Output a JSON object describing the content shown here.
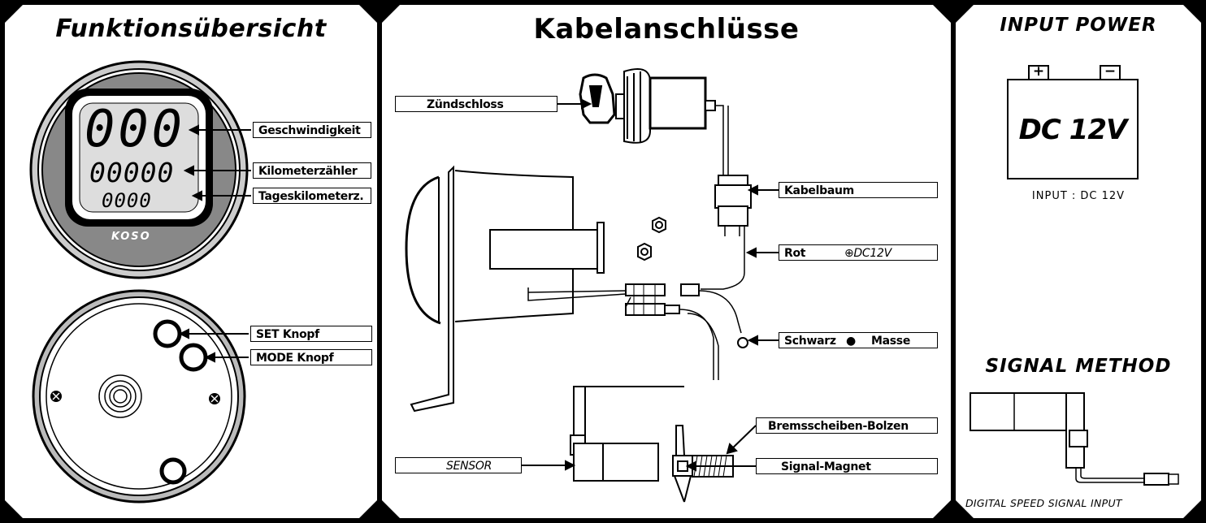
{
  "left": {
    "title": "Funktionsübersicht",
    "display": {
      "speed": "000",
      "odometer": "00000",
      "trip": "0000",
      "logo": "KOSO"
    },
    "labels": {
      "speed": "Geschwindigkeit",
      "odometer": "Kilometerzähler",
      "trip": "Tageskilometerz.",
      "set": "SET Knopf",
      "mode": "MODE Knopf"
    }
  },
  "middle": {
    "title": "Kabelanschlüsse",
    "labels": {
      "ignition": "Zündschloss",
      "harness": "Kabelbaum",
      "red": "Rot",
      "red_sub": "⊕DC12V",
      "black": "Schwarz",
      "black_mid": "●",
      "black_sub": "Masse",
      "sensor": "SENSOR",
      "brake_bolt": "Bremsscheiben-Bolzen",
      "magnet": "Signal-Magnet"
    }
  },
  "right": {
    "title_power": "INPUT POWER",
    "battery_plus": "+",
    "battery_minus": "−",
    "battery_text": "DC 12V",
    "input_caption": "INPUT : DC 12V",
    "title_signal": "SIGNAL METHOD",
    "signal_caption": "DIGITAL SPEED SIGNAL INPUT"
  }
}
